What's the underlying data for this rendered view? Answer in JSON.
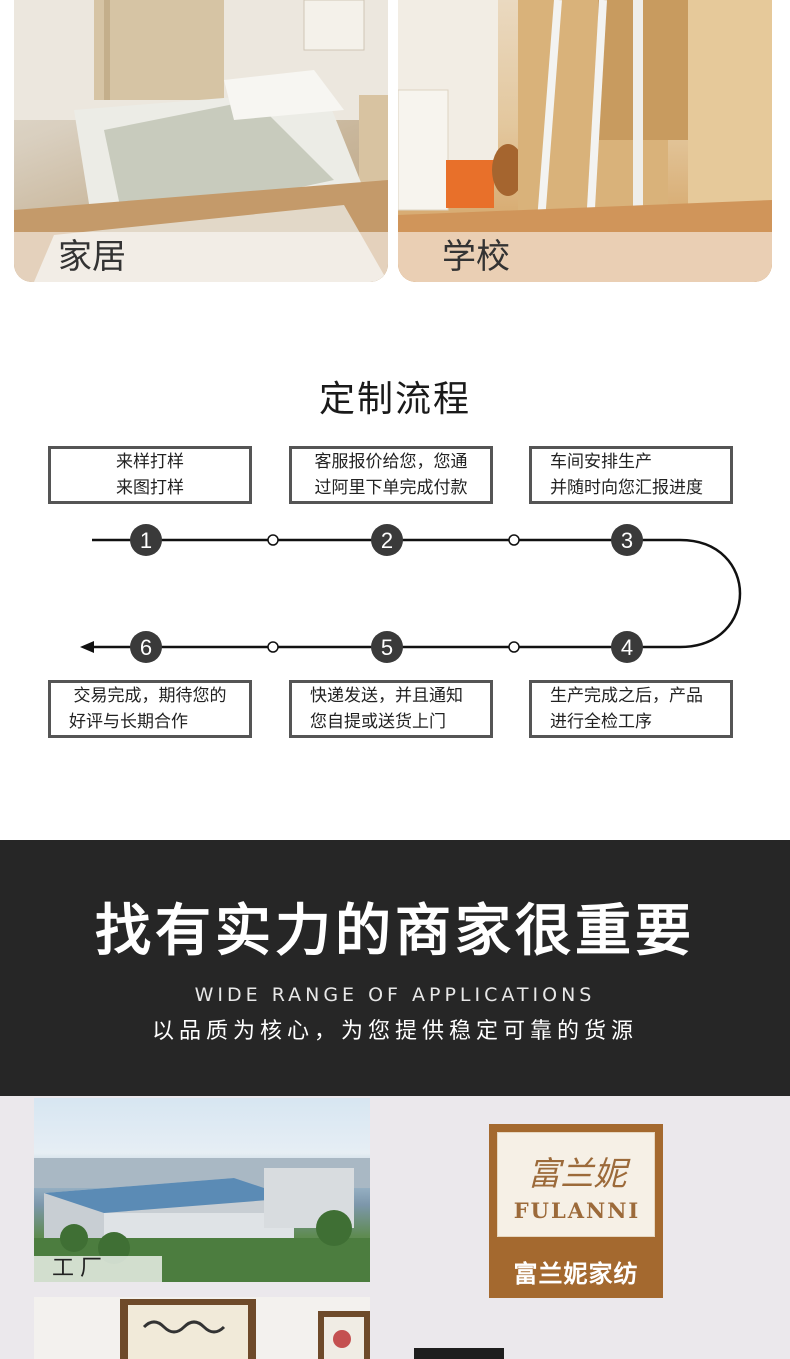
{
  "photos": [
    {
      "label": "家居"
    },
    {
      "label": "学校"
    }
  ],
  "process": {
    "title": "定制流程",
    "steps": [
      {
        "num": "1",
        "line1": "来样打样",
        "line2": "来图打样"
      },
      {
        "num": "2",
        "line1": "客服报价给您，您通",
        "line2": "过阿里下单完成付款"
      },
      {
        "num": "3",
        "line1": "车间安排生产",
        "line2": "并随时向您汇报进度"
      },
      {
        "num": "4",
        "line1": "生产完成之后，产品",
        "line2": "进行全检工序"
      },
      {
        "num": "5",
        "line1": "快递发送，并且通知",
        "line2": "您自提或送货上门"
      },
      {
        "num": "6",
        "line1": "交易完成，期待您的",
        "line2": "好评与长期合作"
      }
    ]
  },
  "banner": {
    "title": "找有实力的商家很重要",
    "subtitle": "WIDE RANGE OF APPLICATIONS",
    "description": "以品质为核心，为您提供稳定可靠的货源"
  },
  "factory": {
    "label": "工厂"
  },
  "logo": {
    "script": "富兰妮",
    "en": "FULANNI",
    "cn": "富兰妮家纺"
  },
  "colors": {
    "banner_bg": "#262626",
    "logo_brown": "#a4692f"
  }
}
